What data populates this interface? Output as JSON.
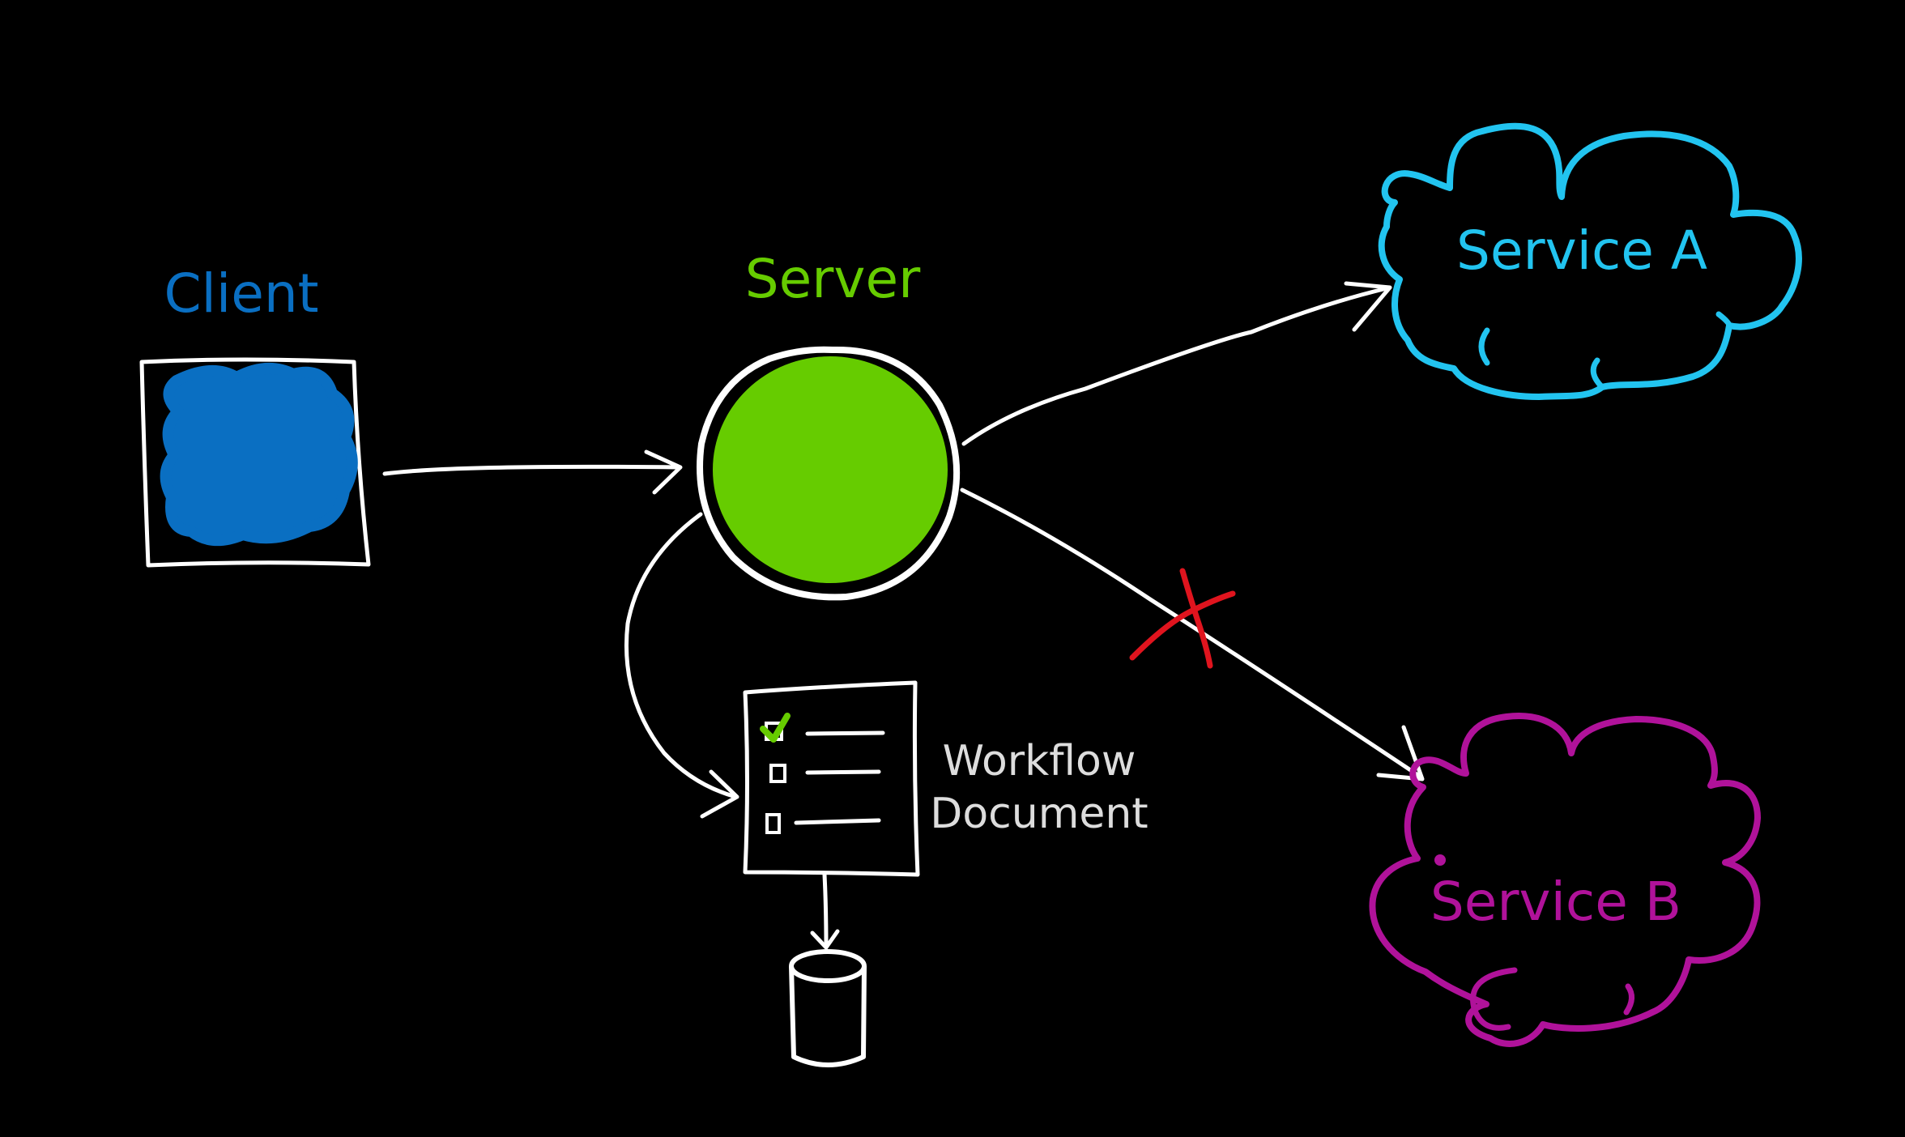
{
  "nodes": {
    "client": {
      "label": "Client",
      "color": "#0a6fc2"
    },
    "server": {
      "label": "Server",
      "color": "#66cc00"
    },
    "service_a": {
      "label": "Service A",
      "color": "#22c4f0"
    },
    "service_b": {
      "label": "Service B",
      "color": "#b0129a"
    },
    "workflow_document": {
      "label_line1": "Workflow",
      "label_line2": "Document",
      "color": "#dddddd"
    },
    "database": {
      "color": "#ffffff"
    }
  },
  "edges": [
    {
      "from": "Client",
      "to": "Server",
      "status": "ok"
    },
    {
      "from": "Server",
      "to": "Service A",
      "status": "ok"
    },
    {
      "from": "Server",
      "to": "Service B",
      "status": "failed"
    },
    {
      "from": "Server",
      "to": "Workflow Document",
      "status": "ok"
    },
    {
      "from": "Workflow Document",
      "to": "Database",
      "status": "ok"
    }
  ],
  "workflow_checklist": [
    {
      "checked": true
    },
    {
      "checked": false
    },
    {
      "checked": false
    }
  ],
  "colors": {
    "background": "#000000",
    "stroke": "#ffffff",
    "failure_mark": "#e0141e",
    "checkmark": "#66cc00"
  }
}
